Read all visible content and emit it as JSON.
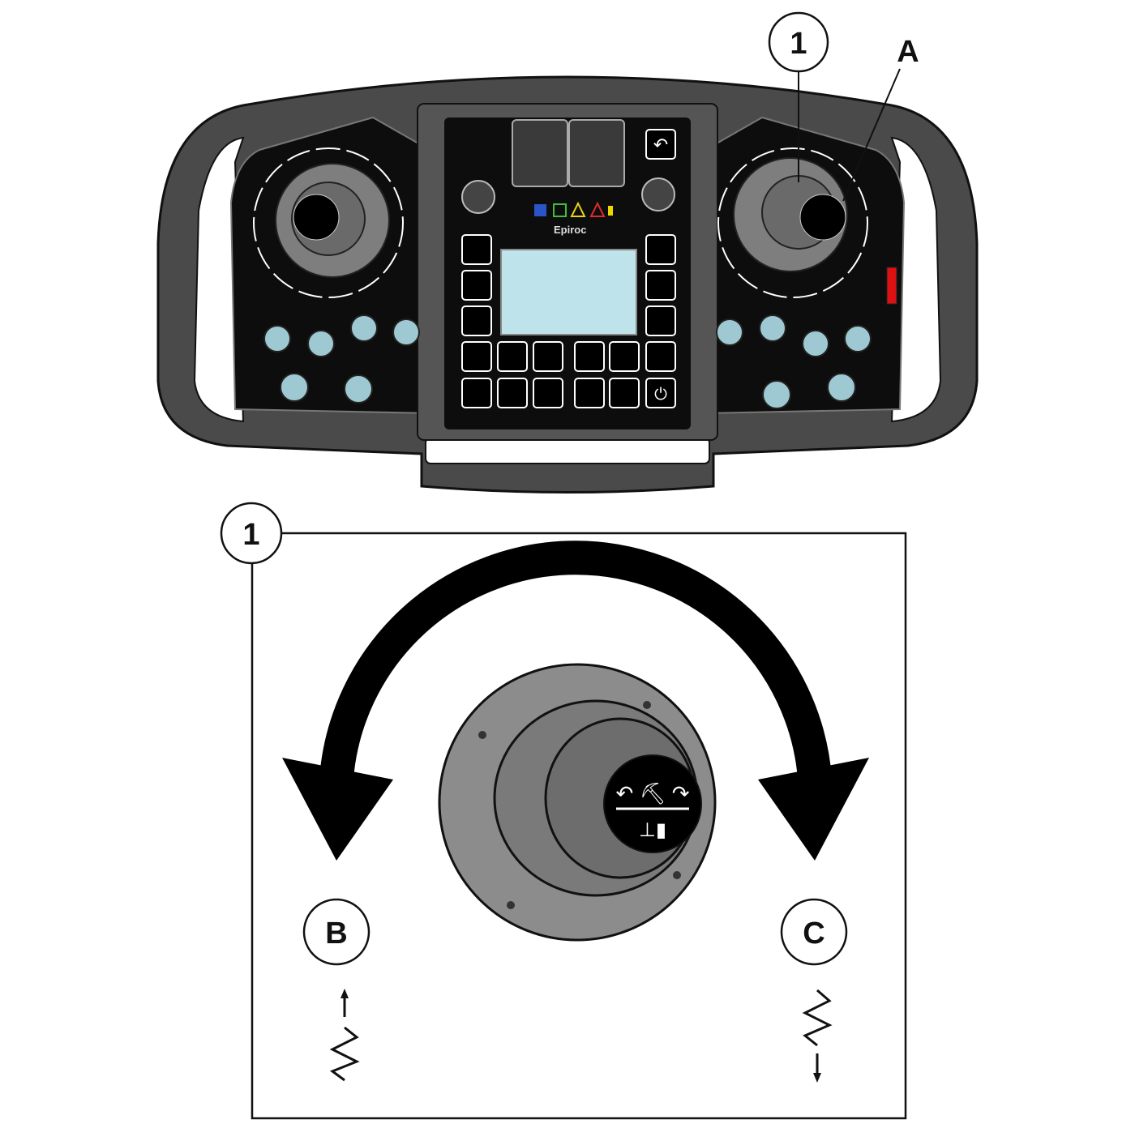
{
  "callouts": {
    "item_top": "1",
    "item_detail": "1",
    "a": "A",
    "b": "B",
    "c": "C"
  },
  "brand": "Epiroc",
  "colors": {
    "housing": "#4a4a4a",
    "panel": "#0d0d0d",
    "screen": "#bfe3ea",
    "knob": "#8c8c8c",
    "toggle": "#9fc9d2"
  },
  "status_icons": [
    "wifi-icon",
    "check-icon",
    "warning-yellow-icon",
    "warning-red-icon",
    "battery-icon"
  ]
}
